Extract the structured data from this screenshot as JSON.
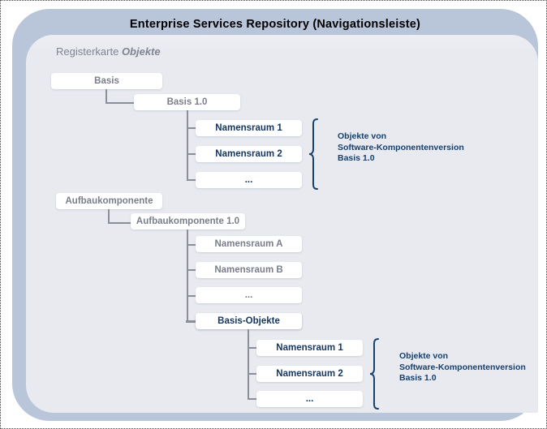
{
  "window": {
    "title": "Enterprise Services Repository (Navigationsleiste)"
  },
  "tab": {
    "prefix": "Registerkarte",
    "name": "Objekte"
  },
  "colors": {
    "frame": "#b9c5d9",
    "panel": "#e8eaf0",
    "title_text": "#000000",
    "node_grey_text": "#7a7e8a",
    "node_navy_text": "#15365f",
    "connector": "#8b8f99",
    "brace": "#16406e",
    "annotation_text": "#16406e",
    "node_fill": "#ffffff"
  },
  "tree": {
    "group1": {
      "root": "Basis",
      "version": "Basis 1.0",
      "children": [
        "Namensraum 1",
        "Namensraum 2",
        "..."
      ]
    },
    "group2": {
      "root": "Aufbaukomponente",
      "version": "Aufbaukomponente 1.0",
      "children": [
        "Namensraum A",
        "Namensraum B",
        "...",
        "Basis-Objekte"
      ]
    },
    "group3": {
      "root": "Basis-Objekte",
      "children": [
        "Namensraum 1",
        "Namensraum 2",
        "..."
      ]
    }
  },
  "annotations": {
    "top": {
      "line1": "Objekte von",
      "line2": "Software-Komponentenversion",
      "line3": "Basis 1.0"
    },
    "bottom": {
      "line1": "Objekte von",
      "line2": "Software-Komponentenversion",
      "line3": "Basis 1.0"
    }
  }
}
